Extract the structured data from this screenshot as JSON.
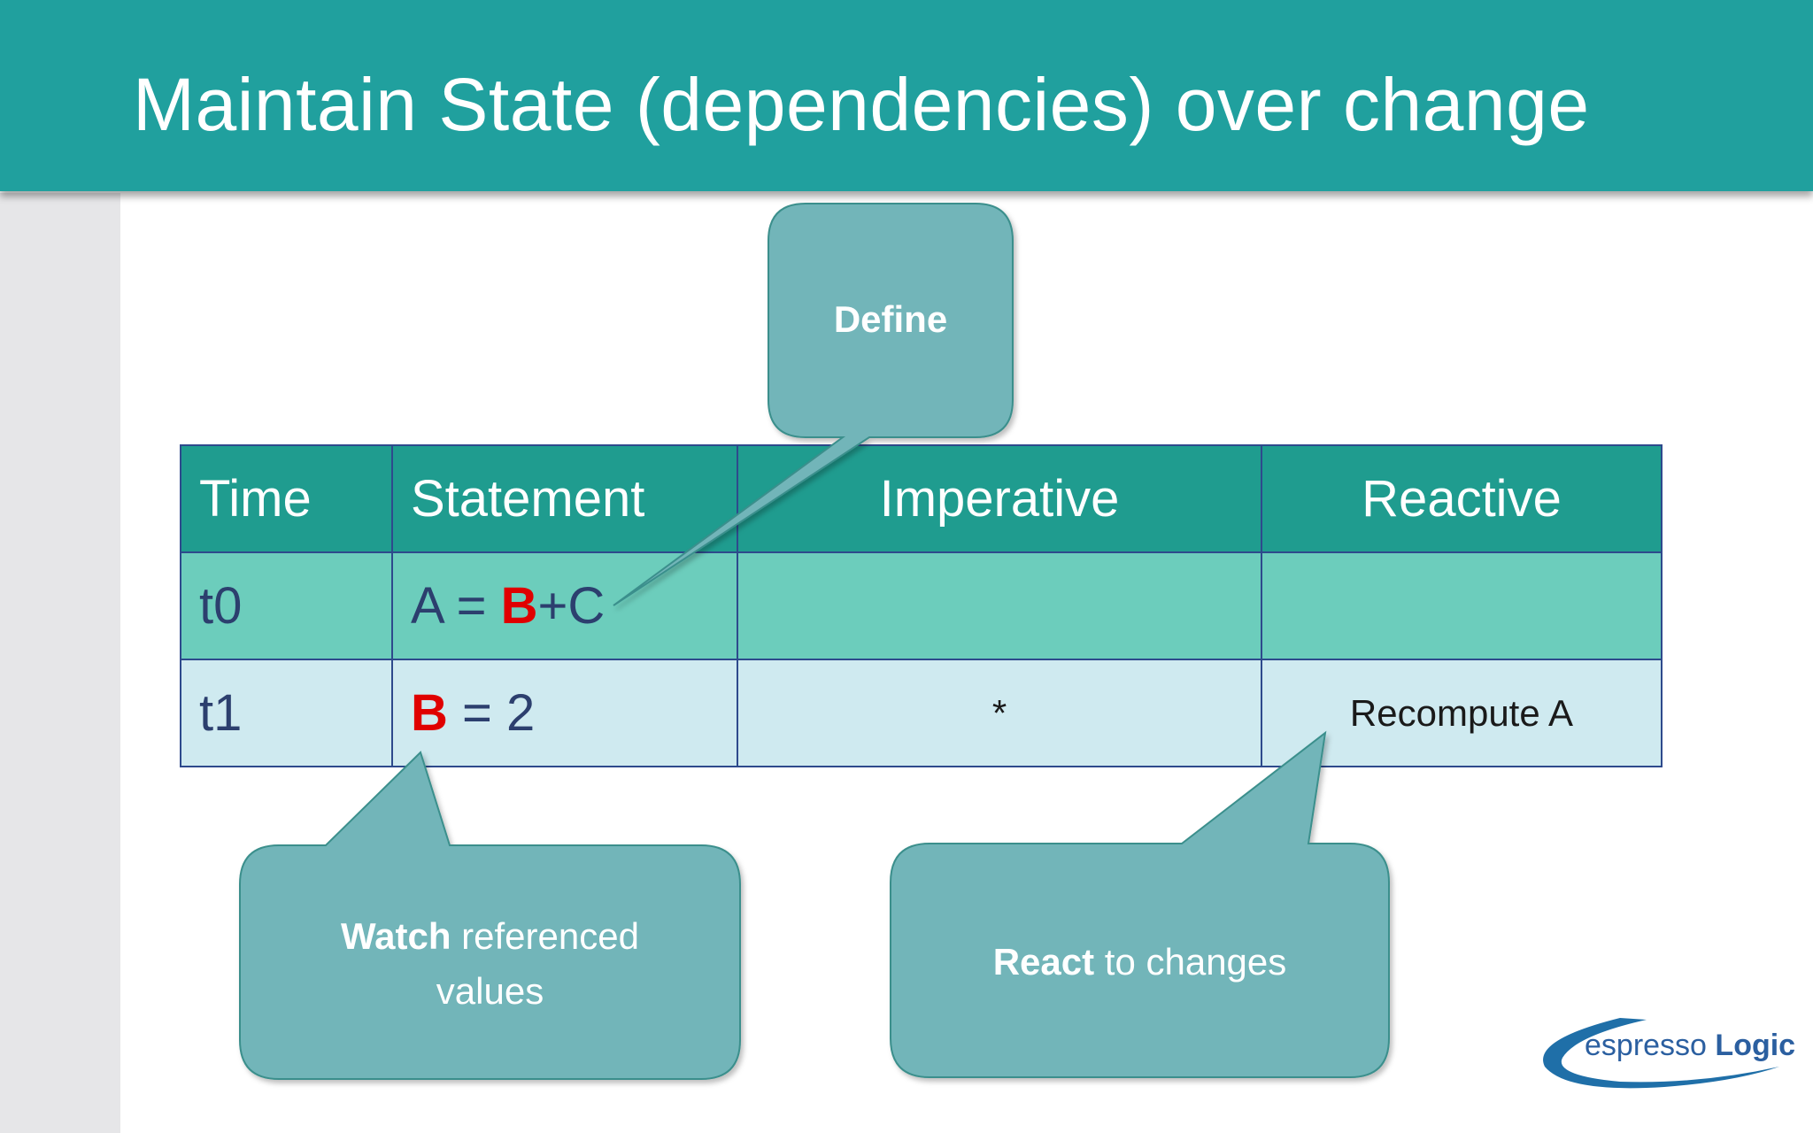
{
  "title": "Maintain State (dependencies) over change",
  "table": {
    "headers": [
      "Time",
      "Statement",
      "Imperative",
      "Reactive"
    ],
    "rows": [
      {
        "time": "t0",
        "statement_parts": [
          "A = ",
          "B",
          "+C"
        ],
        "imperative": "",
        "reactive": ""
      },
      {
        "time": "t1",
        "statement_parts": [
          "",
          "B",
          " = 2"
        ],
        "imperative": "*",
        "reactive": "Recompute A"
      }
    ]
  },
  "callouts": {
    "define": {
      "bold": "Define",
      "rest": ""
    },
    "watch": {
      "bold": "Watch",
      "rest": " referenced",
      "line2": "values"
    },
    "react": {
      "bold": "React",
      "rest": " to changes"
    }
  },
  "logo": {
    "word1": "espresso",
    "word2": "Logic"
  },
  "colors": {
    "header": "#20a09e",
    "table_header": "#1f9c8f",
    "row0": "#6ccdbc",
    "row1": "#cfeaf0",
    "callout": "#72b5b9",
    "highlight": "#e00000"
  }
}
